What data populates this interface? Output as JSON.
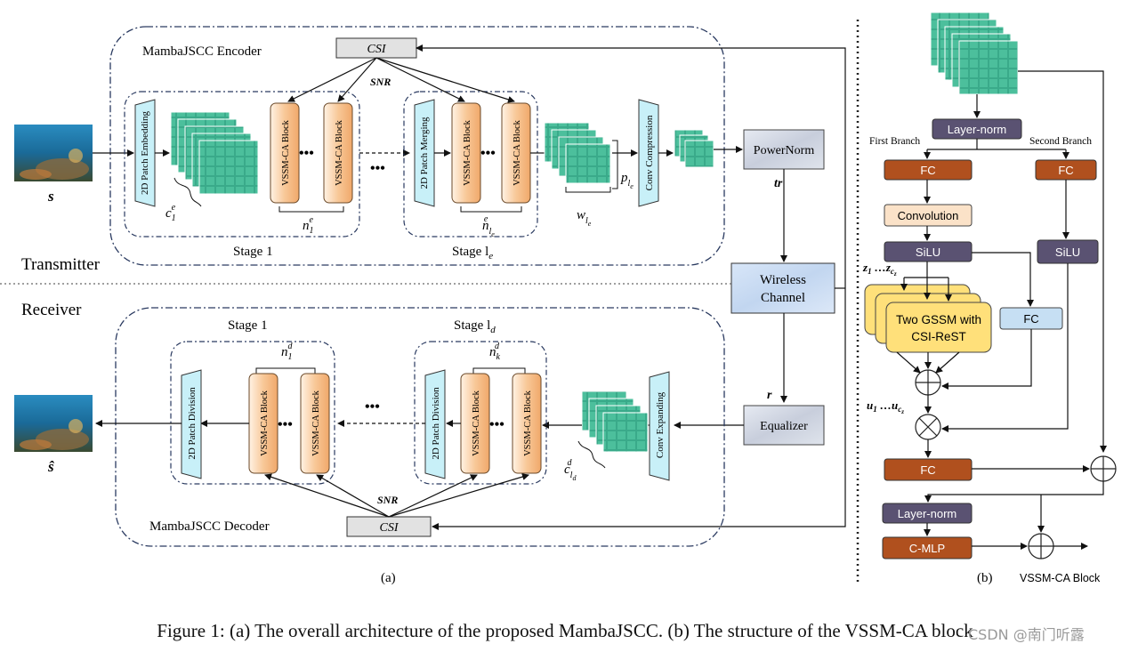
{
  "caption": "Figure 1: (a) The overall architecture of the proposed MambaJSCC. (b) The structure of the VSSM-CA block",
  "watermark": "CSDN @南门听露",
  "colors": {
    "patch_block": "#c8f0f8",
    "vssm_block": "#f8c89a",
    "fc_block": "#b0501e",
    "norm_block": "#5a5272",
    "conv_block": "#fbe2c8",
    "gssm_block": "#ffe07a",
    "fc_light": "#c6dff3",
    "grid_green": "#3aaa8a"
  },
  "part_a": {
    "label": "(a)",
    "transmitter": "Transmitter",
    "receiver": "Receiver",
    "encoder": {
      "title": "MambaJSCC Encoder",
      "csi": "CSI",
      "snr": "SNR",
      "input_label": "s",
      "patch_embedding": "2D Patch Embedding",
      "patch_merging": "2D Patch Merging",
      "vssm_block": "VSSM-CA Block",
      "conv_compression": "Conv Compression",
      "stage1": "Stage 1",
      "stage_le": "Stage l",
      "stage_le_sub": "e",
      "c1e": "c",
      "n1e": "n",
      "nle": "n",
      "wle": "w",
      "ple": "p",
      "dots": "•••"
    },
    "channel": {
      "powernorm": "PowerNorm",
      "tr": "tr",
      "wireless_line1": "Wireless",
      "wireless_line2": "Channel",
      "r": "r",
      "equalizer": "Equalizer"
    },
    "decoder": {
      "title": "MambaJSCC Decoder",
      "csi": "CSI",
      "snr": "SNR",
      "output_label": "ŝ",
      "patch_division": "2D Patch Division",
      "vssm_block": "VSSM-CA Block",
      "conv_expanding": "Conv Expanding",
      "stage1": "Stage 1",
      "stage_ld": "Stage l",
      "stage_ld_sub": "d",
      "n1d": "n",
      "nkd": "n",
      "cld": "c",
      "dots": "•••"
    }
  },
  "part_b": {
    "label": "(b)",
    "layer_norm": "Layer-norm",
    "first_branch": "First Branch",
    "second_branch": "Second Branch",
    "fc": "FC",
    "convolution": "Convolution",
    "silu": "SiLU",
    "z_label": "z",
    "gssm_line1": "Two GSSM with",
    "gssm_line2": "CSI-ReST",
    "u_label": "u",
    "layer_norm2": "Layer-norm",
    "cmlp": "C-MLP",
    "vssm_block": "VSSM-CA Block"
  }
}
